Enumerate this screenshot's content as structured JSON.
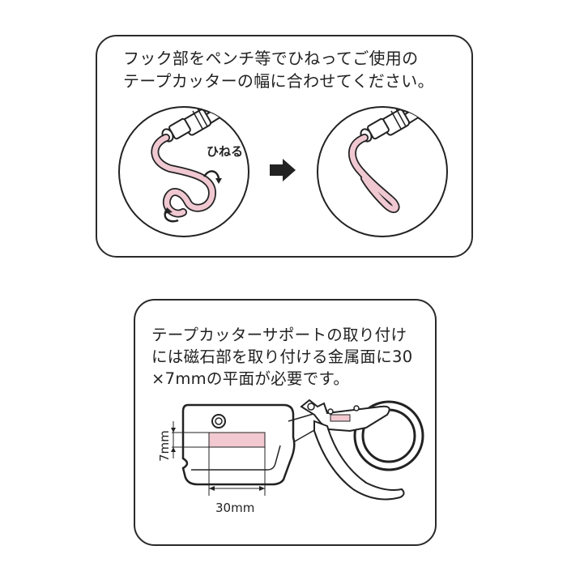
{
  "top_panel": {
    "instruction_lines": [
      "フック部をペンチ等でひねってご使用の",
      "テープカッターの幅に合わせてください。"
    ],
    "twist_label": "ひねる",
    "arrow_icon": "right-arrow-icon"
  },
  "bottom_panel": {
    "note_lines": [
      "テープカッターサポートの取り付け",
      "には磁石部を取り付ける金属面に30",
      "×7mmの平面が必要です。"
    ],
    "height_dimension": "7mm",
    "width_dimension": "30mm",
    "highlight_color": "#f2c9d0"
  },
  "colors": {
    "hook_pink": "#f0c8d2",
    "outline": "#222222"
  }
}
